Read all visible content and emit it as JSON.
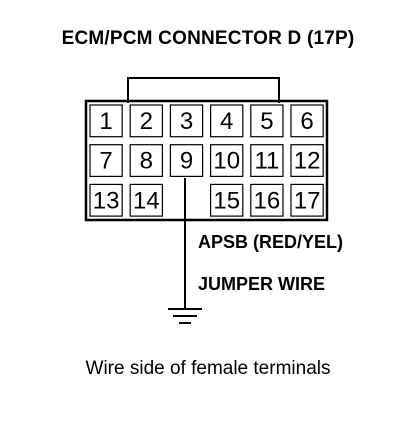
{
  "title": "ECM/PCM CONNECTOR D (17P)",
  "connector": {
    "rows": [
      [
        "1",
        "2",
        "3",
        "4",
        "5",
        "6"
      ],
      [
        "7",
        "8",
        "9",
        "10",
        "11",
        "12"
      ],
      [
        "13",
        "14",
        "",
        "15",
        "16",
        "17"
      ]
    ]
  },
  "labels": {
    "wire": "APSB (RED/YEL)",
    "jumper": "JUMPER WIRE"
  },
  "caption": "Wire side of female terminals"
}
